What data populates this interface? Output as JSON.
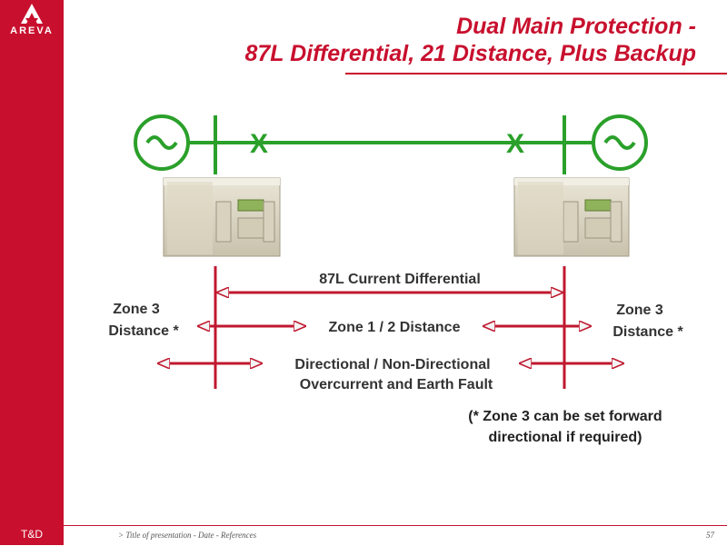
{
  "header": {
    "logo_text": "AREVA",
    "title_line1": "Dual Main Protection -",
    "title_line2": "87L Differential, 21 Distance, Plus Backup"
  },
  "diagram": {
    "breaker_left": "X",
    "breaker_right": "X",
    "label_87l": "87L Current Differential",
    "label_zone12": "Zone 1 / 2 Distance",
    "label_dir_line1": "Directional / Non-Directional",
    "label_dir_line2": "Overcurrent and Earth Fault",
    "zone3_left_line1": "Zone 3",
    "zone3_left_line2": "Distance *",
    "zone3_right_line1": "Zone 3",
    "zone3_right_line2": "Distance *",
    "note_line1": "(* Zone 3 can be set forward",
    "note_line2": "directional if required)"
  },
  "footer": {
    "brand": "T&D",
    "text": "> Title of presentation - Date - References",
    "page": "57"
  },
  "colors": {
    "accent": "#c8102e",
    "line_green": "#2aa02a",
    "arrow_red": "#c0182f"
  }
}
